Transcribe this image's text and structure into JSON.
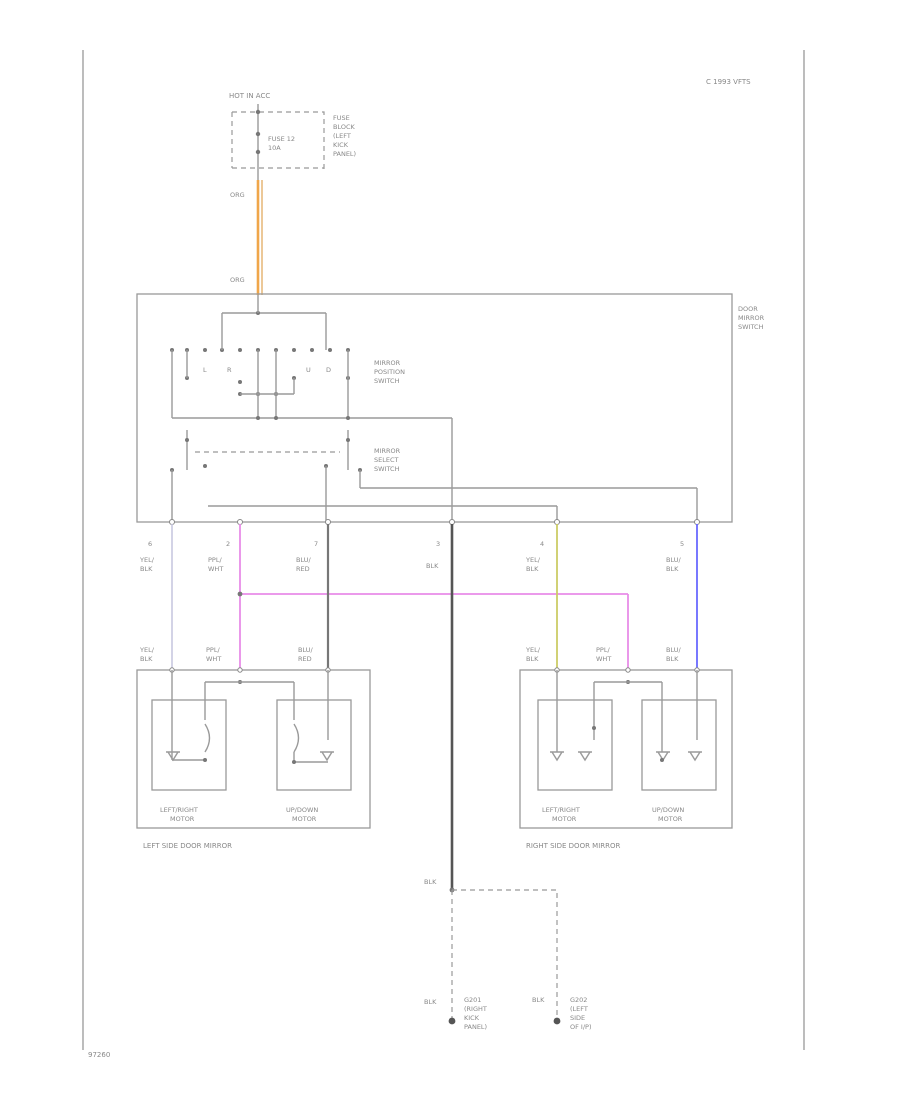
{
  "page": {
    "code": "C 1993 VFTS",
    "ref": "97260"
  },
  "power": {
    "source": "HOT IN ACC",
    "fuse": [
      "FUSE 12",
      "10A"
    ],
    "fuse_block": [
      "FUSE",
      "BLOCK",
      "(LEFT",
      "KICK",
      "PANEL)"
    ],
    "wire_top": "ORG",
    "wire_bottom": "ORG"
  },
  "door_mirror_switch": {
    "name": [
      "DOOR",
      "MIRROR",
      "SWITCH"
    ],
    "position_switch": [
      "MIRROR",
      "POSITION",
      "SWITCH"
    ],
    "select_switch": [
      "MIRROR",
      "SELECT",
      "SWITCH"
    ],
    "contact_letters": [
      "L",
      "R",
      "U",
      "D"
    ]
  },
  "connector_pins": [
    {
      "pin": "6",
      "wire": [
        "YEL/",
        "BLK"
      ]
    },
    {
      "pin": "2",
      "wire": [
        "PPL/",
        "WHT"
      ]
    },
    {
      "pin": "7",
      "wire": [
        "BLU/",
        "RED"
      ]
    },
    {
      "pin": "3",
      "wire": [
        "BLK"
      ]
    },
    {
      "pin": "4",
      "wire": [
        "YEL/",
        "BLK"
      ]
    },
    {
      "pin": "5",
      "wire": [
        "BLU/",
        "BLK"
      ]
    }
  ],
  "left_mirror": {
    "title": "LEFT SIDE DOOR MIRROR",
    "wires": [
      [
        "YEL/",
        "BLK"
      ],
      [
        "PPL/",
        "WHT"
      ],
      [
        "BLU/",
        "RED"
      ]
    ],
    "motor1": [
      "LEFT/RIGHT",
      "MOTOR"
    ],
    "motor2": [
      "UP/DOWN",
      "MOTOR"
    ]
  },
  "right_mirror": {
    "title": "RIGHT SIDE DOOR MIRROR",
    "wires": [
      [
        "YEL/",
        "BLK"
      ],
      [
        "PPL/",
        "WHT"
      ],
      [
        "BLU/",
        "BLK"
      ]
    ],
    "motor1": [
      "LEFT/RIGHT",
      "MOTOR"
    ],
    "motor2": [
      "UP/DOWN",
      "MOTOR"
    ]
  },
  "ground": {
    "wire": "BLK",
    "g1_wire": "BLK",
    "g1": [
      "G201",
      "(RIGHT",
      "KICK",
      "PANEL)"
    ],
    "g2_wire": "BLK",
    "g2": [
      "G202",
      "(LEFT",
      "SIDE",
      "OF I/P)"
    ]
  },
  "colors": {
    "org": "#f0a64a",
    "ppl_wht": "#e88ce8",
    "yel_blk": "#cccc66",
    "blu_blk": "#6a6aff",
    "blu_red": "#777777",
    "yel_blk_left": "#c8c8e0",
    "frame": "#999999"
  }
}
